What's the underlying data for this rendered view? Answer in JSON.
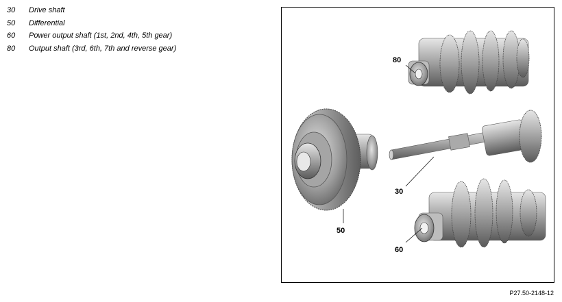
{
  "legend": [
    {
      "number": "30",
      "text": "Drive shaft"
    },
    {
      "number": "50",
      "text": "Differential"
    },
    {
      "number": "60",
      "text": "Power output shaft (1st, 2nd, 4th, 5th gear)"
    },
    {
      "number": "80",
      "text": "Output shaft (3rd, 6th, 7th and reverse gear)"
    }
  ],
  "figure": {
    "callouts": {
      "c80": "80",
      "c30": "30",
      "c50": "50",
      "c60": "60"
    },
    "id": "P27.50-2148-12"
  }
}
